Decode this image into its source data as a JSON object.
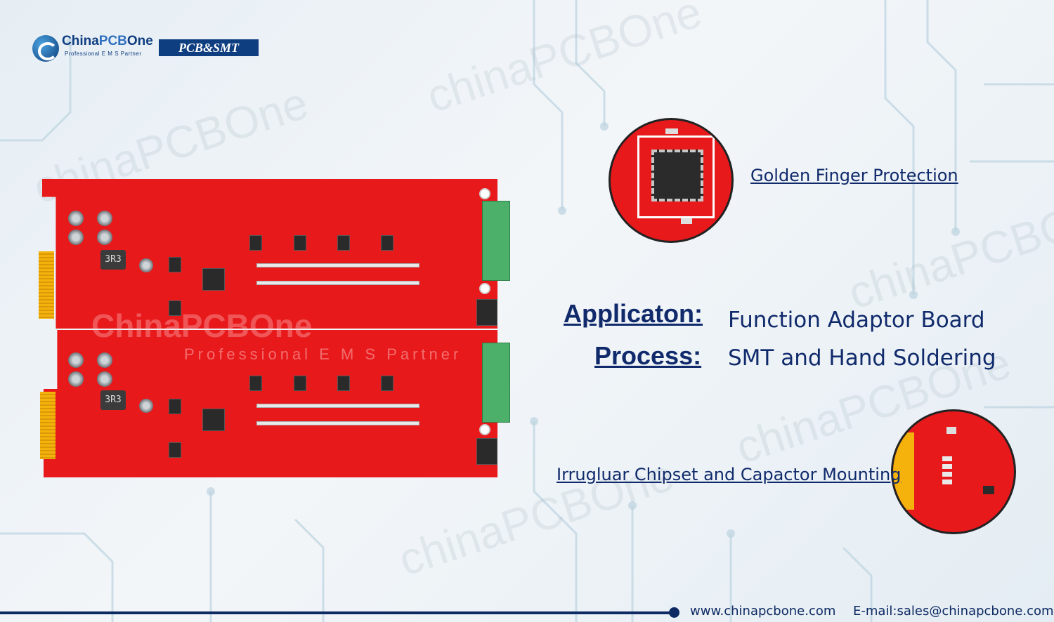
{
  "brand": {
    "name_part1": "China",
    "name_part2": "PCB",
    "name_part3": "One",
    "tagline": "Professional  E M S  Partner",
    "badge": "PCB&SMT"
  },
  "watermark_text": "chinaPCBOne",
  "board": {
    "inductor_label": "3R3",
    "overlay_name": "ChinaPCBOne",
    "overlay_tag": "Professional  E M S  Partner"
  },
  "features": {
    "top_link": "Golden Finger Protection",
    "bottom_link": "Irrugluar Chipset and Capactor Mounting"
  },
  "info": {
    "application_label": "Applicaton:",
    "application_value": "Function Adaptor Board",
    "process_label": "Process:",
    "process_value": "SMT and Hand Soldering"
  },
  "footer": {
    "website": "www.chinapcbone.com",
    "email": "E-mail:sales@chinapcbone.com"
  },
  "colors": {
    "pcb_red": "#e8191b",
    "brand_navy": "#0e2a63",
    "gold_finger": "#f5b20d"
  }
}
